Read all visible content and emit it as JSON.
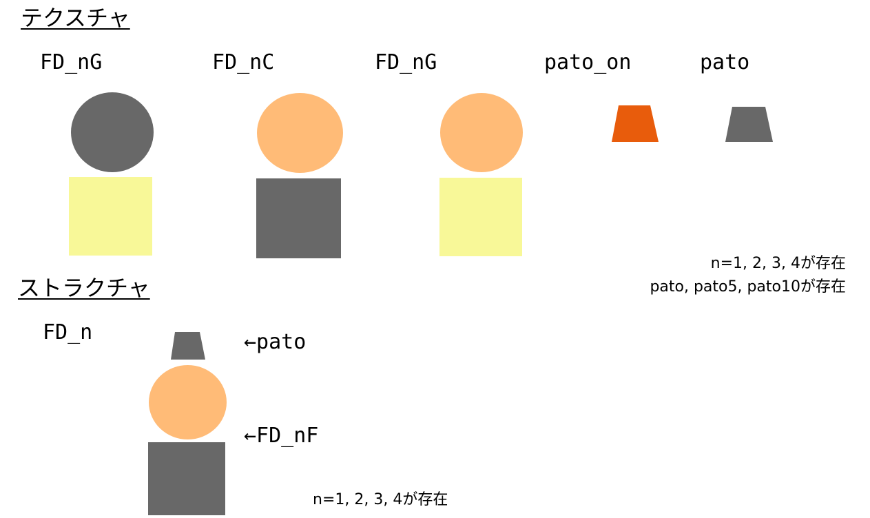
{
  "colors": {
    "gray": "#686868",
    "skin": "#FFBB77",
    "yellow": "#F8F898",
    "orange": "#E85C0C"
  },
  "texture": {
    "heading": "テクスチャ",
    "items": [
      {
        "label": "FD_nG",
        "head": "gray",
        "body": "yellow"
      },
      {
        "label": "FD_nC",
        "head": "skin",
        "body": "gray"
      },
      {
        "label": "FD_nG",
        "head": "skin",
        "body": "yellow"
      },
      {
        "label": "pato_on",
        "shape": "orange"
      },
      {
        "label": "pato",
        "shape": "gray"
      }
    ],
    "notes": [
      "n=1, 2, 3, 4が存在",
      "pato, pato5, pato10が存在"
    ]
  },
  "structure": {
    "heading": "ストラクチャ",
    "name": "FD_n",
    "arrow_pato": "←pato",
    "arrow_fd": "←FD_nF",
    "note": "n=1, 2, 3, 4が存在"
  }
}
